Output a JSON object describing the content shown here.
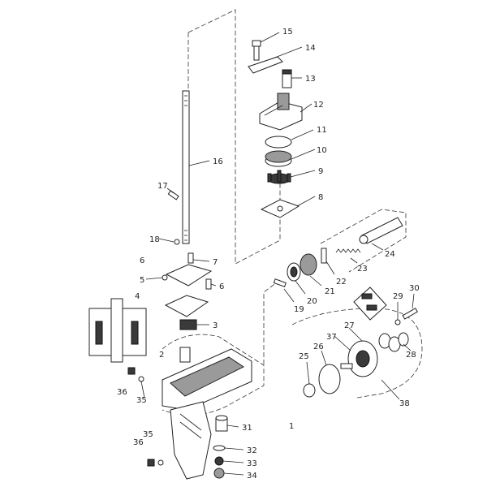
{
  "callouts": [
    {
      "id": "c1",
      "text": "1"
    },
    {
      "id": "c2",
      "text": "2"
    },
    {
      "id": "c3",
      "text": "3"
    },
    {
      "id": "c4",
      "text": "4"
    },
    {
      "id": "c5",
      "text": "5"
    },
    {
      "id": "c6a",
      "text": "6"
    },
    {
      "id": "c6b",
      "text": "6"
    },
    {
      "id": "c7",
      "text": "7"
    },
    {
      "id": "c8",
      "text": "8"
    },
    {
      "id": "c9",
      "text": "9"
    },
    {
      "id": "c10",
      "text": "10"
    },
    {
      "id": "c11",
      "text": "11"
    },
    {
      "id": "c12",
      "text": "12"
    },
    {
      "id": "c13",
      "text": "13"
    },
    {
      "id": "c14",
      "text": "14"
    },
    {
      "id": "c15",
      "text": "15"
    },
    {
      "id": "c16",
      "text": "16"
    },
    {
      "id": "c17",
      "text": "17"
    },
    {
      "id": "c18",
      "text": "18"
    },
    {
      "id": "c19",
      "text": "19"
    },
    {
      "id": "c20",
      "text": "20"
    },
    {
      "id": "c21",
      "text": "21"
    },
    {
      "id": "c22",
      "text": "22"
    },
    {
      "id": "c23",
      "text": "23"
    },
    {
      "id": "c24",
      "text": "24"
    },
    {
      "id": "c25",
      "text": "25"
    },
    {
      "id": "c26",
      "text": "26"
    },
    {
      "id": "c27",
      "text": "27"
    },
    {
      "id": "c28",
      "text": "28"
    },
    {
      "id": "c29",
      "text": "29"
    },
    {
      "id": "c30",
      "text": "30"
    },
    {
      "id": "c31",
      "text": "31"
    },
    {
      "id": "c32",
      "text": "32"
    },
    {
      "id": "c33",
      "text": "33"
    },
    {
      "id": "c34",
      "text": "34"
    },
    {
      "id": "c35a",
      "text": "35"
    },
    {
      "id": "c35b",
      "text": "35"
    },
    {
      "id": "c36a",
      "text": "36"
    },
    {
      "id": "c36b",
      "text": "36"
    },
    {
      "id": "c37",
      "text": "37"
    },
    {
      "id": "c38",
      "text": "38"
    }
  ]
}
